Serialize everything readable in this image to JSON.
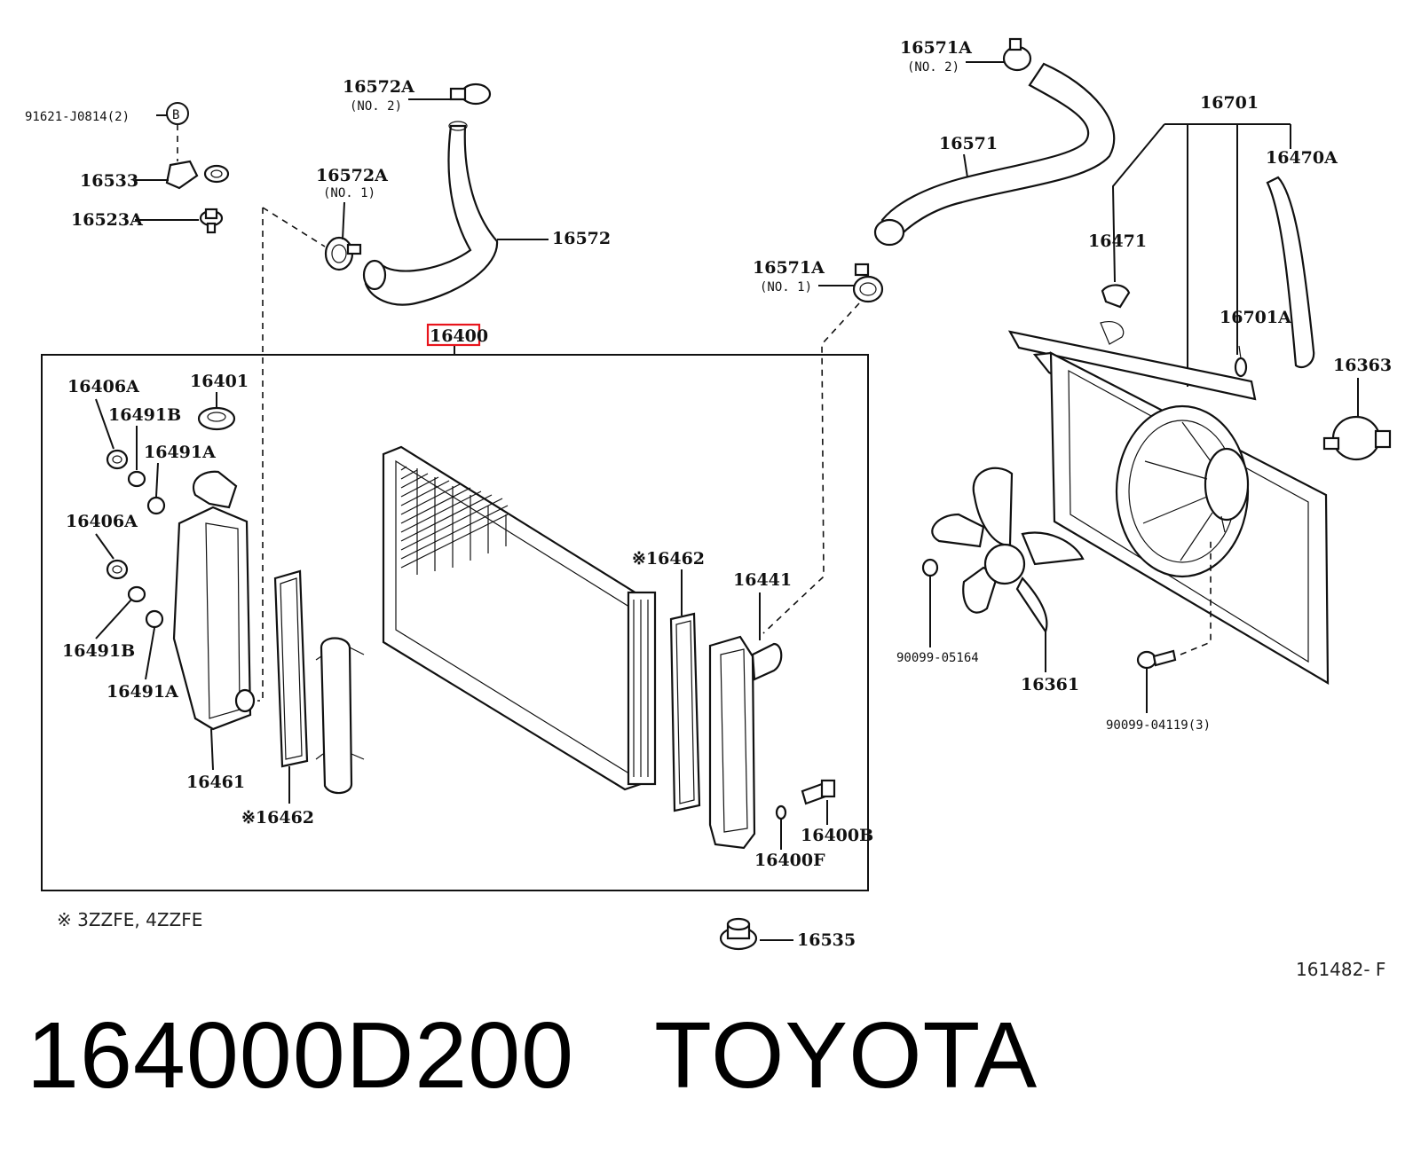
{
  "labels": {
    "l91621": "91621-J0814(2)",
    "lB": "B",
    "l16533": "16533",
    "l16523A": "16523A",
    "l16572A_2": "16572A",
    "l16572A_2_sub": "(NO. 2)",
    "l16572A_1": "16572A",
    "l16572A_1_sub": "(NO. 1)",
    "l16572": "16572",
    "l16400": "16400",
    "l16571A_2": "16571A",
    "l16571A_2_sub": "(NO. 2)",
    "l16571": "16571",
    "l16571A_1": "16571A",
    "l16571A_1_sub": "(NO. 1)",
    "l16701": "16701",
    "l16470A": "16470A",
    "l16471": "16471",
    "l16701A": "16701A",
    "l16363": "16363",
    "l16406A_a": "16406A",
    "l16401": "16401",
    "l16491B_a": "16491B",
    "l16491A_a": "16491A",
    "l16406A_b": "16406A",
    "l16491B_b": "16491B",
    "l16491A_b": "16491A",
    "l16461": "16461",
    "l16462_left": "※16462",
    "l16462_right": "※16462",
    "l16441": "16441",
    "l16400B": "16400B",
    "l16400F": "16400F",
    "l90099_05164": "90099-05164",
    "l16361": "16361",
    "l90099_04119": "90099-04119(3)",
    "l16535": "16535"
  },
  "footnote": "※ 3ZZFE, 4ZZFE",
  "figure_code": "161482- F",
  "part_number": "164000D200",
  "brand": "TOYOTA",
  "highlight_color": "#e8141c"
}
